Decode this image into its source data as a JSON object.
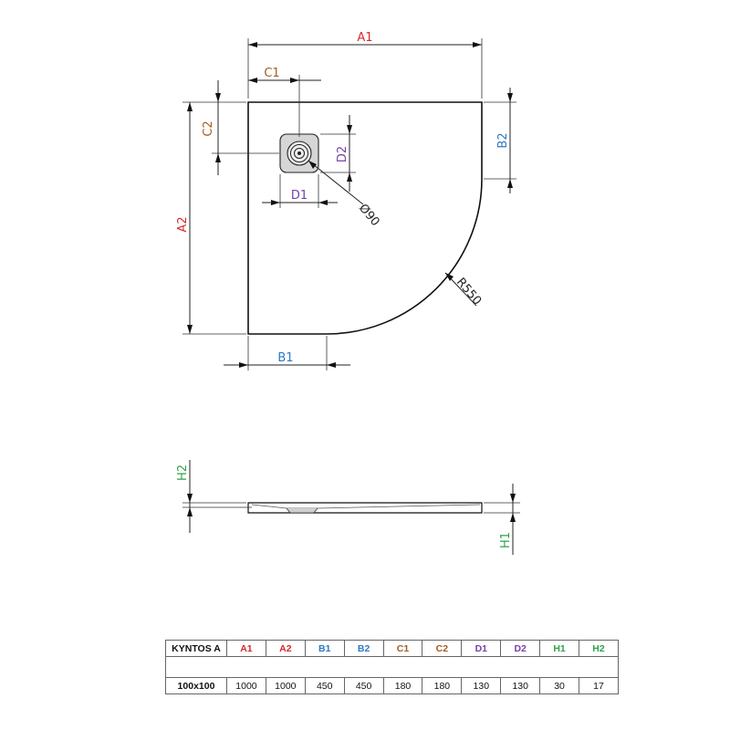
{
  "product_name": "KYNTOS A",
  "labels": {
    "A1": "A1",
    "A2": "A2",
    "B1": "B1",
    "B2": "B2",
    "C1": "C1",
    "C2": "C2",
    "D1": "D1",
    "D2": "D2",
    "H1": "H1",
    "H2": "H2",
    "drain_diameter": "Ø90",
    "radius": "R550"
  },
  "colors": {
    "A": "#d42a2a",
    "B": "#2f79c2",
    "C": "#a35c22",
    "D": "#7442a8",
    "H": "#2fa24a"
  },
  "table": {
    "headers": [
      "KYNTOS A",
      "A1",
      "A2",
      "B1",
      "B2",
      "C1",
      "C2",
      "D1",
      "D2",
      "H1",
      "H2"
    ],
    "header_colors": [
      "#111111",
      "#d42a2a",
      "#d42a2a",
      "#2f79c2",
      "#2f79c2",
      "#a35c22",
      "#a35c22",
      "#7442a8",
      "#7442a8",
      "#2fa24a",
      "#2fa24a"
    ],
    "rows": [
      [
        "100x100",
        "1000",
        "1000",
        "450",
        "450",
        "180",
        "180",
        "130",
        "130",
        "30",
        "17"
      ]
    ]
  }
}
